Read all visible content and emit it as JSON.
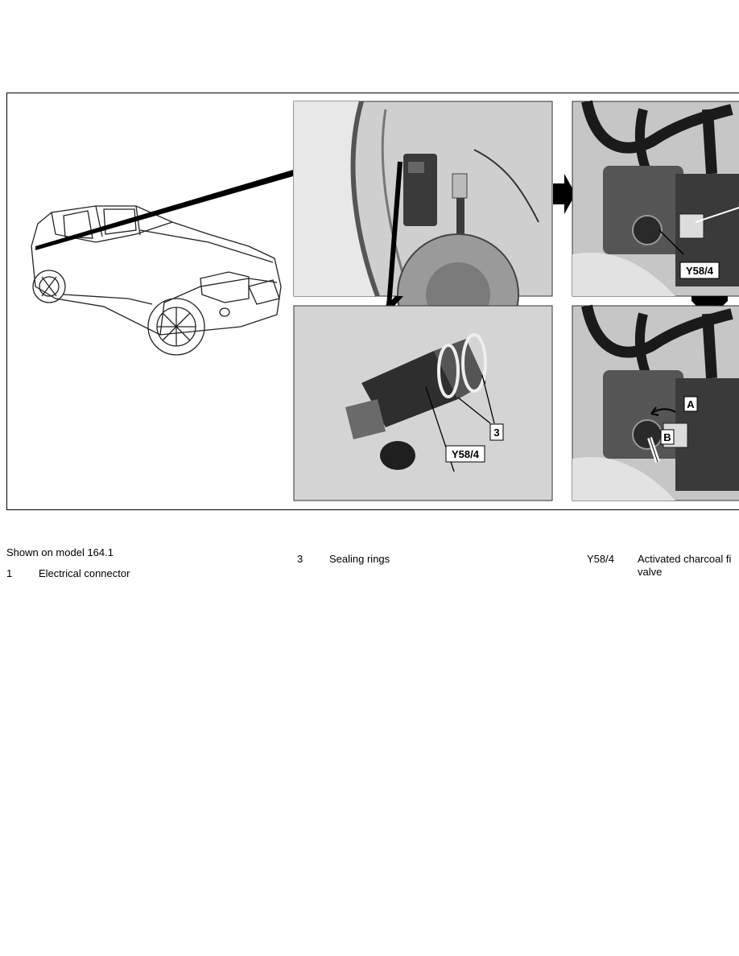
{
  "figure": {
    "callouts": {
      "panel_b": "Y58/4",
      "panel_c_part": "Y58/4",
      "panel_c_rings": "3",
      "panel_d_a": "A",
      "panel_d_b": "B"
    }
  },
  "caption": {
    "model_note": "Shown on model 164.1",
    "legend": [
      {
        "num": "1",
        "text": "Electrical connector"
      },
      {
        "num": "3",
        "text": "Sealing rings"
      },
      {
        "num": "Y58/4",
        "text": "Activated charcoal fi",
        "text2": "valve"
      }
    ]
  }
}
